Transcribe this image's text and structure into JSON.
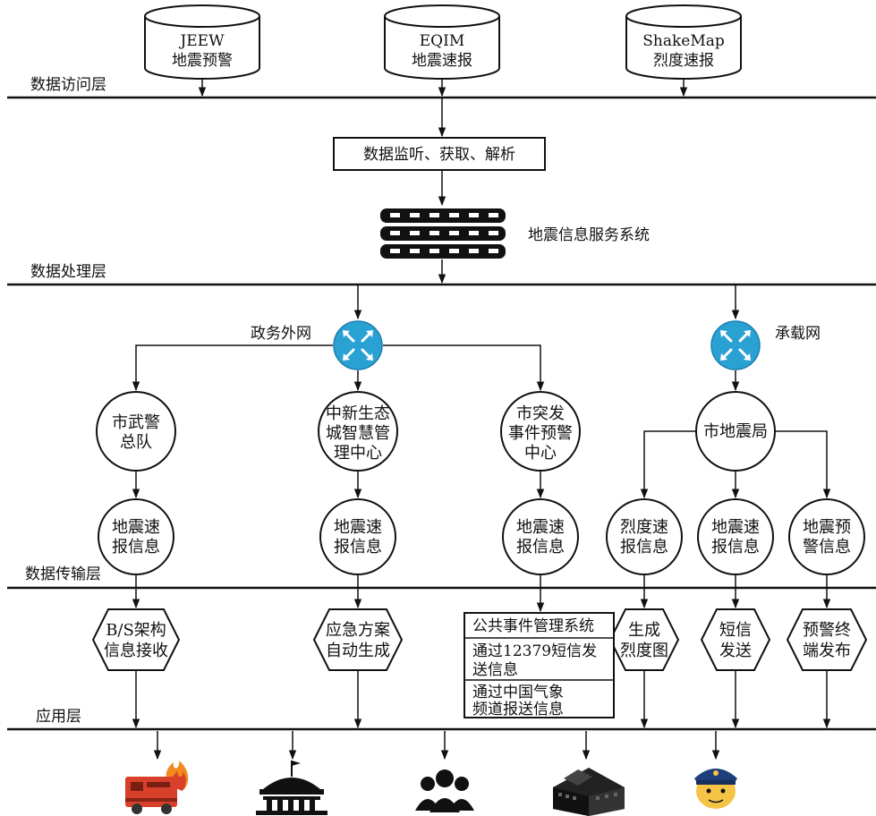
{
  "sources": [
    {
      "line1": "JEEW",
      "line2": "地震预警"
    },
    {
      "line1": "EQIM",
      "line2": "地震速报"
    },
    {
      "line1": "ShakeMap",
      "line2": "烈度速报"
    }
  ],
  "layers": {
    "access": "数据访问层",
    "processing": "数据处理层",
    "transmission": "数据传输层",
    "application": "应用层"
  },
  "process_box": "数据监听、获取、解析",
  "server_label": "地震信息服务系统",
  "networks": {
    "left": "政务外网",
    "right": "承载网"
  },
  "departments": [
    {
      "lines": [
        "市武警",
        "总队"
      ]
    },
    {
      "lines": [
        "中新生态",
        "城智慧管",
        "理中心"
      ]
    },
    {
      "lines": [
        "市突发",
        "事件预警",
        "中心"
      ]
    },
    {
      "lines": [
        "市地震局"
      ]
    }
  ],
  "info_nodes": [
    {
      "lines": [
        "地震速",
        "报信息"
      ]
    },
    {
      "lines": [
        "地震速",
        "报信息"
      ]
    },
    {
      "lines": [
        "地震速",
        "报信息"
      ]
    },
    {
      "lines": [
        "烈度速",
        "报信息"
      ]
    },
    {
      "lines": [
        "地震速",
        "报信息"
      ]
    },
    {
      "lines": [
        "地震预",
        "警信息"
      ]
    }
  ],
  "apps": [
    {
      "lines": [
        "B/S架构",
        "信息接收"
      ]
    },
    {
      "lines": [
        "应急方案",
        "自动生成"
      ]
    },
    {
      "lines": [
        "生成",
        "烈度图"
      ]
    },
    {
      "lines": [
        "短信",
        "发送"
      ]
    },
    {
      "lines": [
        "预警终",
        "端发布"
      ]
    }
  ],
  "public_system": {
    "title": "公共事件管理系统",
    "row1": [
      "通过12379短信发",
      "送信息"
    ],
    "row2": [
      "通过中国气象",
      "频道报送信息"
    ]
  },
  "colors": {
    "router": "#2aa1d3",
    "server": "#111111",
    "fire_truck": "#d9402a",
    "flame": "#f08a1c",
    "police_cap": "#1d3f7a",
    "police_face": "#f6c445"
  },
  "icons": [
    "fire-truck-icon",
    "government-building-icon",
    "people-group-icon",
    "city-buildings-icon",
    "police-officer-icon"
  ]
}
